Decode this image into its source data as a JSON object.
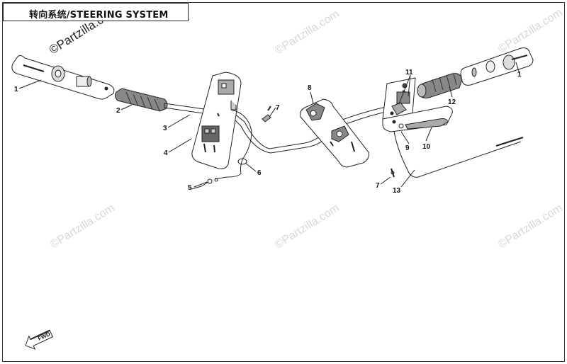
{
  "title": "转向系统/STEERING SYSTEM",
  "watermark": "©Partzilla.com",
  "forward_label": "FWD",
  "callouts": [
    {
      "id": "c1-left",
      "text": "1"
    },
    {
      "id": "c1-right",
      "text": "1"
    },
    {
      "id": "c2",
      "text": "2"
    },
    {
      "id": "c3",
      "text": "3"
    },
    {
      "id": "c4",
      "text": "4"
    },
    {
      "id": "c5",
      "text": "5"
    },
    {
      "id": "c6",
      "text": "6"
    },
    {
      "id": "c7-top",
      "text": "7"
    },
    {
      "id": "c7-bottom",
      "text": "7"
    },
    {
      "id": "c8",
      "text": "8"
    },
    {
      "id": "c9",
      "text": "9"
    },
    {
      "id": "c10",
      "text": "10"
    },
    {
      "id": "c11",
      "text": "11"
    },
    {
      "id": "c12",
      "text": "12"
    },
    {
      "id": "c13",
      "text": "13"
    }
  ],
  "colors": {
    "line": "#222222",
    "shade": "#d9d9d9",
    "watermark": "#d7d7d7"
  }
}
